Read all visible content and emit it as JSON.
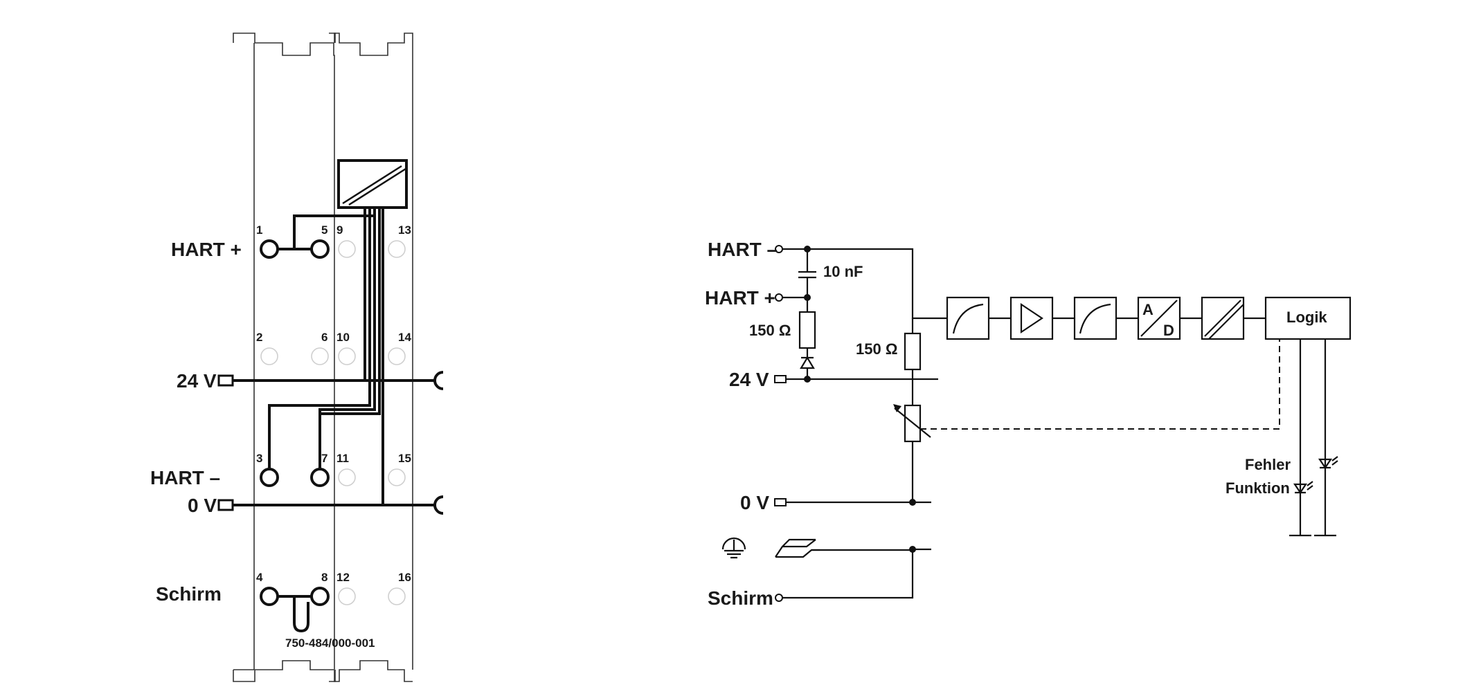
{
  "terminal_view": {
    "labels": {
      "hart_plus": "HART +",
      "v24": "24 V",
      "hart_minus": "HART –",
      "v0": "0 V",
      "schirm": "Schirm"
    },
    "terminal_numbers": [
      "1",
      "2",
      "3",
      "4",
      "5",
      "6",
      "7",
      "8",
      "9",
      "10",
      "11",
      "12",
      "13",
      "14",
      "15",
      "16"
    ],
    "part_number": "750-484/000-001"
  },
  "schematic": {
    "labels": {
      "hart_minus": "HART –",
      "hart_plus": "HART +",
      "v24": "24 V",
      "v0": "0 V",
      "schirm": "Schirm",
      "cap": "10 nF",
      "res1": "150 Ω",
      "res2": "150 Ω",
      "logik": "Logik",
      "adc_a": "A",
      "adc_d": "D",
      "fehler": "Fehler",
      "funktion": "Funktion"
    }
  }
}
